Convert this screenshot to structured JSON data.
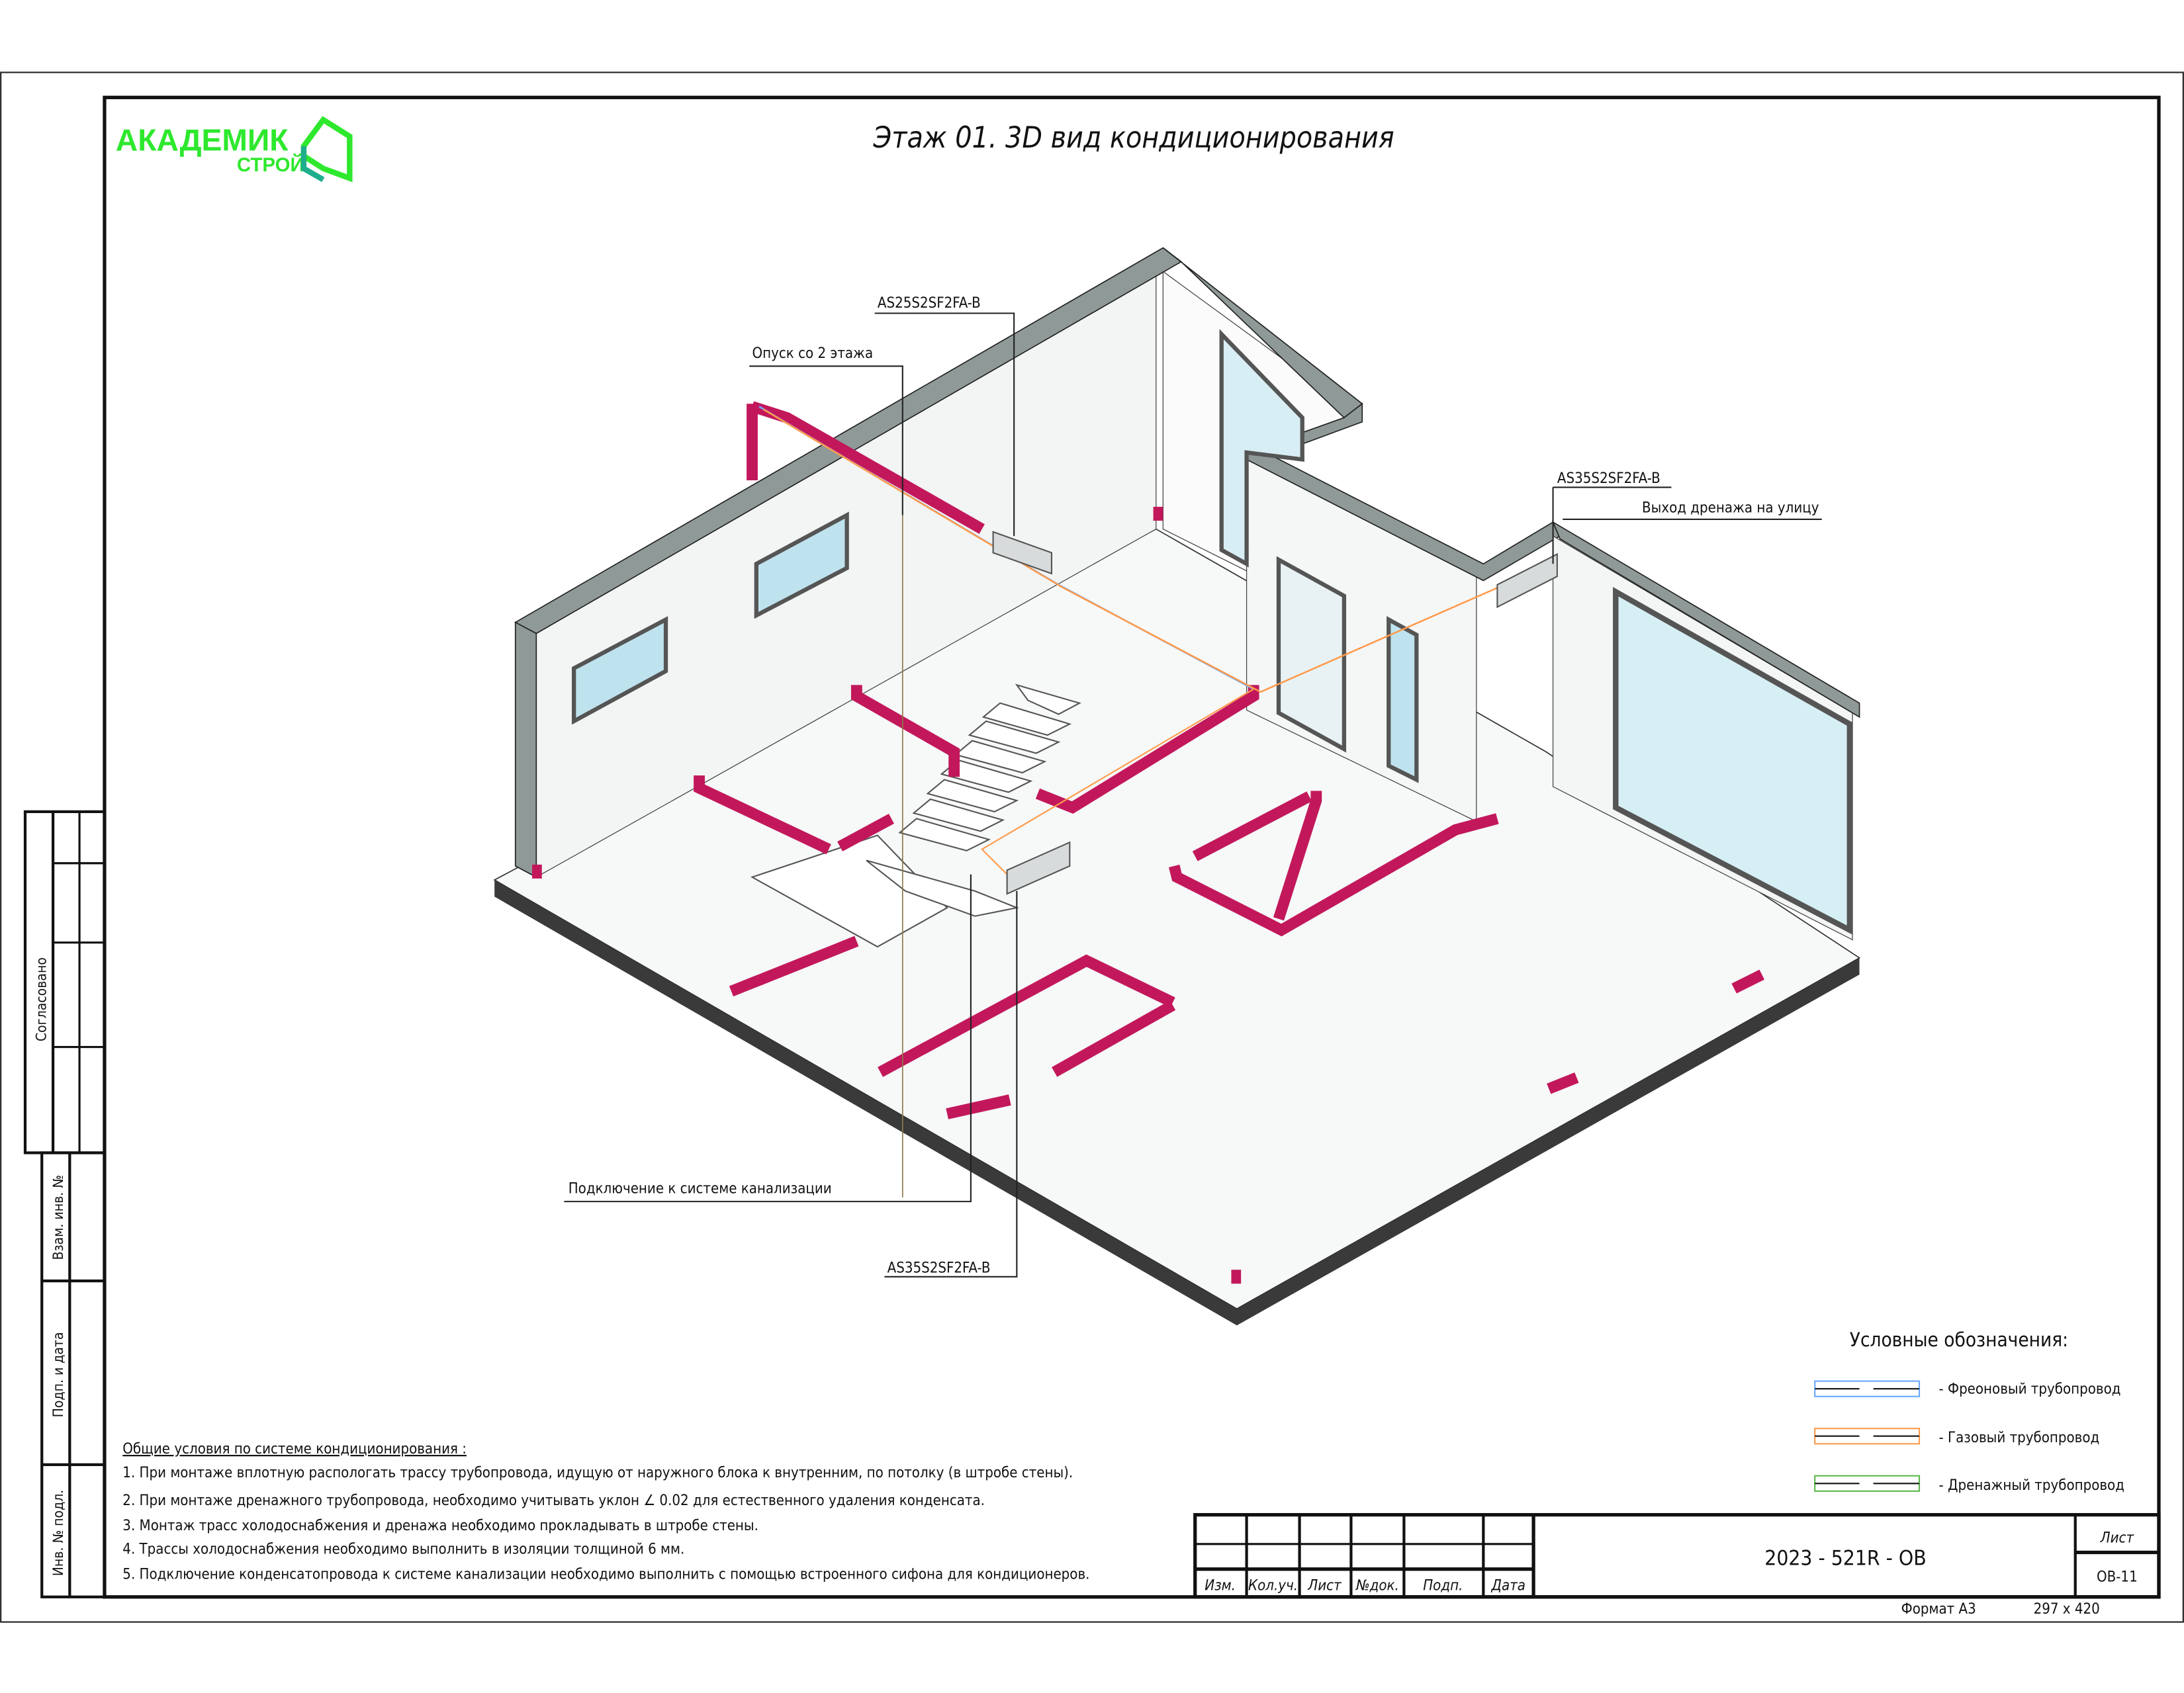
{
  "title": "Этаж 01. 3D вид кондиционирования",
  "logo": {
    "main": "АКАДЕМИК",
    "sub": "СТРОЙ",
    "color": "#2ee82e"
  },
  "labels": {
    "unit_top": "AS25S2SF2FA-B",
    "riser": "Опуск со 2 этажа",
    "unit_right": "AS35S2SF2FA-B",
    "drain_out": "Выход дренажа на улицу",
    "sewer": "Подключение к системе канализации",
    "unit_bottom": "AS35S2SF2FA-B"
  },
  "notes": {
    "heading": "Общие условия по системе кондиционирования :",
    "items": [
      "1. При монтаже вплотную распологать трассу трубопровода, идущую от наружного блока к внутренним, по потолку (в штробе стены).",
      "2. При монтаже дренажного трубопровода, необходимо учитывать уклон ∠ 0.02 для естественного удаления конденсата.",
      "3. Монтаж трасс холодоснабжения и дренажа необходимо прокладывать в штробе стены.",
      "4. Трассы холодоснабжения необходимо выполнить в изоляции толщиной 6 мм.",
      "5. Подключение конденсатопровода к системе канализации необходимо выполнить с помощью встроенного сифона для кондиционеров."
    ]
  },
  "legend": {
    "title": "Условные обозначения:",
    "items": [
      {
        "label": "- Фреоновый трубопровод",
        "color": "#6aa8ff"
      },
      {
        "label": "- Газовый трубопровод",
        "color": "#ff9a4a"
      },
      {
        "label": "- Дренажный трубопровод",
        "color": "#5cb84a"
      }
    ]
  },
  "title_block": {
    "columns": [
      "Изм.",
      "Кол.уч.",
      "Лист",
      "№док.",
      "Подп.",
      "Дата"
    ],
    "doc_number": "2023 - 521R - ОВ",
    "sheet_label": "Лист",
    "sheet_value": "ОВ-11",
    "format": "Формат А3",
    "size": "297 x 420"
  },
  "stamp": {
    "agreed": "Согласовано",
    "replace_inv": "Взам. инв. №",
    "sign_date": "Подп. и дата",
    "inv_orig": "Инв. № подл."
  },
  "colors": {
    "duct": "#c2185b",
    "wall_cap": "#8f9a98",
    "glass": "#bfe3ee"
  }
}
